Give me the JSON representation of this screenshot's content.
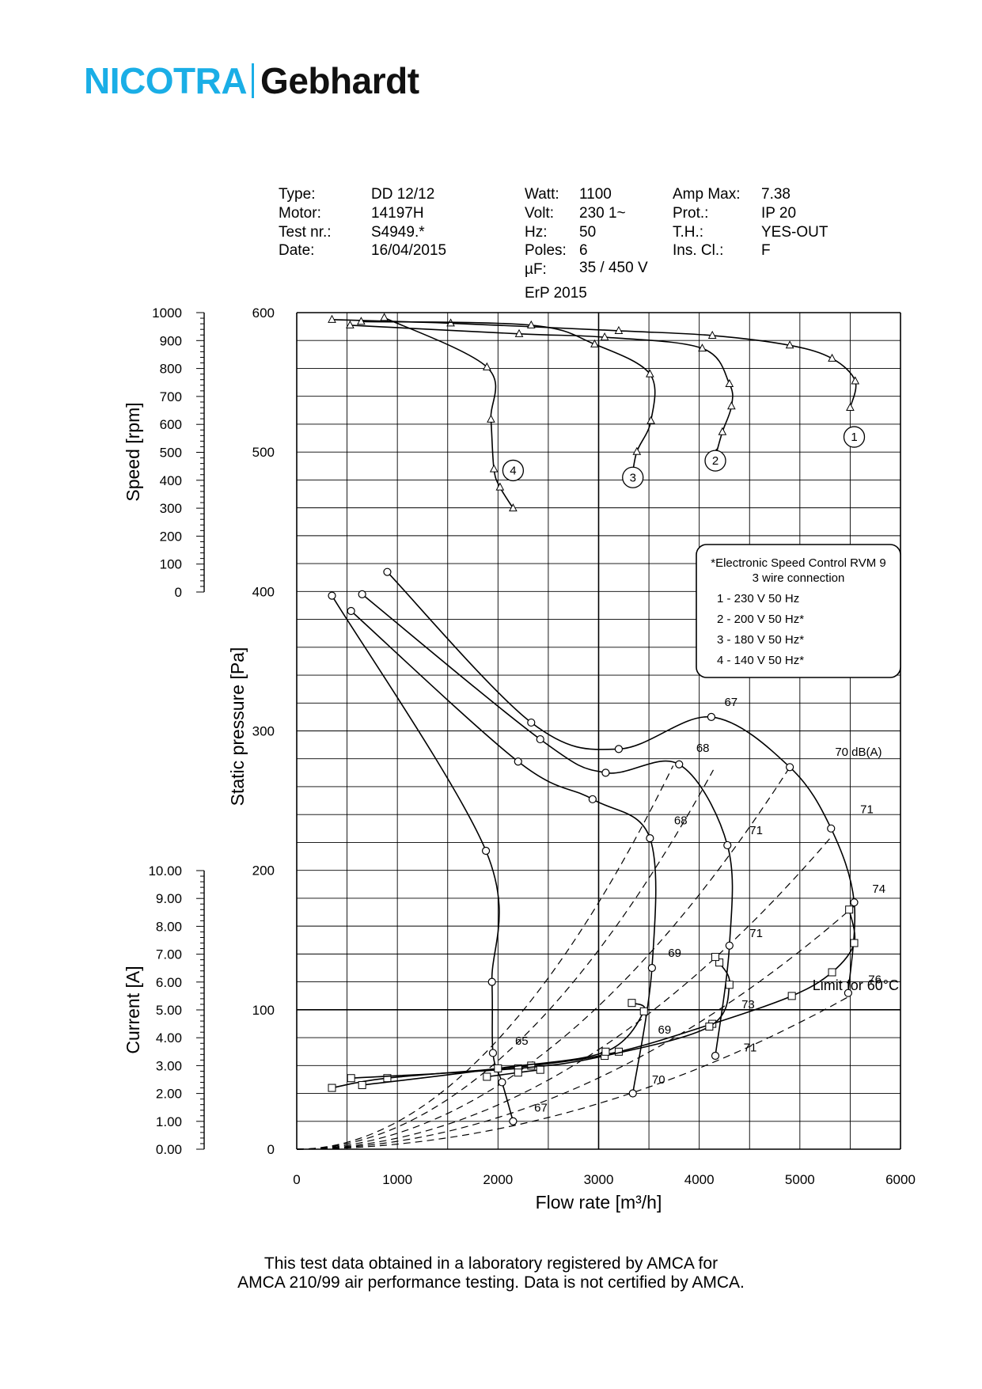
{
  "logo": {
    "part1": "NICOTRA",
    "part2": "Gebhardt"
  },
  "specs": {
    "type_label": "Type:",
    "type_value": "DD 12/12",
    "motor_label": "Motor:",
    "motor_value": "14197H",
    "test_label": "Test nr.:",
    "test_value": "S4949.*",
    "date_label": "Date:",
    "date_value": "16/04/2015",
    "watt_label": "Watt:",
    "watt_value": "1100",
    "volt_label": "Volt:",
    "volt_value": "230 1~",
    "hz_label": "Hz:",
    "hz_value": "50",
    "poles_label": "Poles:",
    "poles_value": "6",
    "uf_label": "µF:",
    "uf_value": "35 / 450 V",
    "erp": "ErP 2015",
    "amp_label": "Amp Max:",
    "amp_value": "7.38",
    "prot_label": "Prot.:",
    "prot_value": "IP 20",
    "th_label": "T.H.:",
    "th_value": "YES-OUT",
    "ins_label": "Ins. Cl.:",
    "ins_value": "F"
  },
  "footer": {
    "line1": "This test data obtained in a laboratory registered by AMCA for",
    "line2": "AMCA 210/99 air performance testing. Data is not certified by AMCA."
  },
  "chart_data": {
    "type": "line",
    "xlabel": "Flow rate [m³/h]",
    "x_ticks": [
      "0",
      "1000",
      "2000",
      "3000",
      "4000",
      "5000",
      "6000"
    ],
    "xlim": [
      0,
      6000
    ],
    "pressure_axis": {
      "label": "Static pressure [Pa]",
      "ylim": [
        0,
        600
      ],
      "ticks": [
        "0",
        "100",
        "200",
        "300",
        "400",
        "500",
        "600"
      ]
    },
    "speed_axis": {
      "label": "Speed [rpm]",
      "ylim": [
        0,
        1000
      ],
      "ticks": [
        "0",
        "100",
        "200",
        "300",
        "400",
        "500",
        "600",
        "700",
        "800",
        "900",
        "1000"
      ]
    },
    "current_axis": {
      "label": "Current [A]",
      "ylim": [
        0,
        10
      ],
      "ticks": [
        "0.00",
        "1.00",
        "2.00",
        "3.00",
        "4.00",
        "5.00",
        "6.00",
        "7.00",
        "8.00",
        "9.00",
        "10.00"
      ]
    },
    "legend": {
      "title": "*Electronic Speed Control RVM 9",
      "subtitle": "3 wire connection",
      "items": [
        "1 - 230 V 50 Hz",
        "2 - 200 V 50 Hz*",
        "3 - 180 V 50 Hz*",
        "4 - 140 V 50 Hz*"
      ],
      "position": "right"
    },
    "speed_series": [
      {
        "name": "1",
        "points": [
          [
            350,
            975
          ],
          [
            1530,
            962
          ],
          [
            3200,
            935
          ],
          [
            4130,
            918
          ],
          [
            4900,
            883
          ],
          [
            5320,
            836
          ],
          [
            5550,
            755
          ],
          [
            5500,
            660
          ]
        ]
      },
      {
        "name": "2",
        "points": [
          [
            530,
            955
          ],
          [
            2210,
            924
          ],
          [
            3060,
            912
          ],
          [
            4030,
            872
          ],
          [
            4300,
            745
          ],
          [
            4320,
            665
          ],
          [
            4230,
            573
          ],
          [
            4170,
            497
          ]
        ]
      },
      {
        "name": "3",
        "points": [
          [
            640,
            968
          ],
          [
            2330,
            955
          ],
          [
            2960,
            887
          ],
          [
            3510,
            780
          ],
          [
            3520,
            613
          ],
          [
            3380,
            502
          ],
          [
            3330,
            404
          ]
        ]
      },
      {
        "name": "4",
        "points": [
          [
            870,
            982
          ],
          [
            1890,
            805
          ],
          [
            1930,
            618
          ],
          [
            1960,
            440
          ],
          [
            2020,
            375
          ],
          [
            2150,
            300
          ]
        ]
      }
    ],
    "pressure_series": [
      {
        "name": "1",
        "points": [
          [
            900,
            414
          ],
          [
            2330,
            306
          ],
          [
            3200,
            287
          ],
          [
            4120,
            310
          ],
          [
            4900,
            274
          ],
          [
            5310,
            230
          ],
          [
            5540,
            177
          ],
          [
            5480,
            112
          ]
        ]
      },
      {
        "name": "2",
        "points": [
          [
            650,
            398
          ],
          [
            2420,
            294
          ],
          [
            3070,
            270
          ],
          [
            3800,
            276
          ],
          [
            4280,
            218
          ],
          [
            4300,
            146
          ],
          [
            4160,
            67
          ]
        ]
      },
      {
        "name": "3",
        "points": [
          [
            540,
            386
          ],
          [
            2200,
            278
          ],
          [
            2940,
            251
          ],
          [
            3510,
            223
          ],
          [
            3530,
            130
          ],
          [
            3340,
            40
          ]
        ]
      },
      {
        "name": "4",
        "points": [
          [
            350,
            397
          ],
          [
            1880,
            214
          ],
          [
            1940,
            120
          ],
          [
            1950,
            69
          ],
          [
            2040,
            48
          ],
          [
            2150,
            20
          ]
        ]
      }
    ],
    "current_series": [
      {
        "name": "1",
        "points": [
          [
            350,
            2.2
          ],
          [
            900,
            2.55
          ],
          [
            2330,
            3.0
          ],
          [
            3200,
            3.5
          ],
          [
            4130,
            4.5
          ],
          [
            4920,
            5.5
          ],
          [
            5320,
            6.35
          ],
          [
            5540,
            7.4
          ],
          [
            5490,
            8.6
          ]
        ]
      },
      {
        "name": "2",
        "points": [
          [
            540,
            2.55
          ],
          [
            2200,
            2.9
          ],
          [
            3060,
            3.35
          ],
          [
            4100,
            4.4
          ],
          [
            4300,
            5.9
          ],
          [
            4200,
            6.7
          ],
          [
            4160,
            6.9
          ]
        ]
      },
      {
        "name": "3",
        "points": [
          [
            650,
            2.3
          ],
          [
            2000,
            2.9
          ],
          [
            3070,
            3.5
          ],
          [
            3450,
            4.95
          ],
          [
            3330,
            5.25
          ]
        ]
      },
      {
        "name": "4",
        "points": [
          [
            1890,
            2.6
          ],
          [
            2200,
            2.75
          ],
          [
            2420,
            2.85
          ]
        ]
      }
    ],
    "noise_labels": [
      {
        "text": "67",
        "x": 4250,
        "y": 318
      },
      {
        "text": "68",
        "x": 3970,
        "y": 285
      },
      {
        "text": "70 dB(A)",
        "x": 5350,
        "y": 282
      },
      {
        "text": "68",
        "x": 3750,
        "y": 233
      },
      {
        "text": "71",
        "x": 4500,
        "y": 226
      },
      {
        "text": "71",
        "x": 5600,
        "y": 241
      },
      {
        "text": "74",
        "x": 5720,
        "y": 184
      },
      {
        "text": "71",
        "x": 4500,
        "y": 152
      },
      {
        "text": "69",
        "x": 3690,
        "y": 138
      },
      {
        "text": "76",
        "x": 5680,
        "y": 119
      },
      {
        "text": "73",
        "x": 4420,
        "y": 101
      },
      {
        "text": "69",
        "x": 3590,
        "y": 83
      },
      {
        "text": "71",
        "x": 4440,
        "y": 70
      },
      {
        "text": "65",
        "x": 2170,
        "y": 75
      },
      {
        "text": "70",
        "x": 3530,
        "y": 47
      },
      {
        "text": "67",
        "x": 2360,
        "y": 27
      }
    ],
    "limit_label": "Limit for 60°C",
    "limit_pressure": 100,
    "curve_number_labels": [
      "1",
      "2",
      "3",
      "4"
    ],
    "grid": true
  }
}
